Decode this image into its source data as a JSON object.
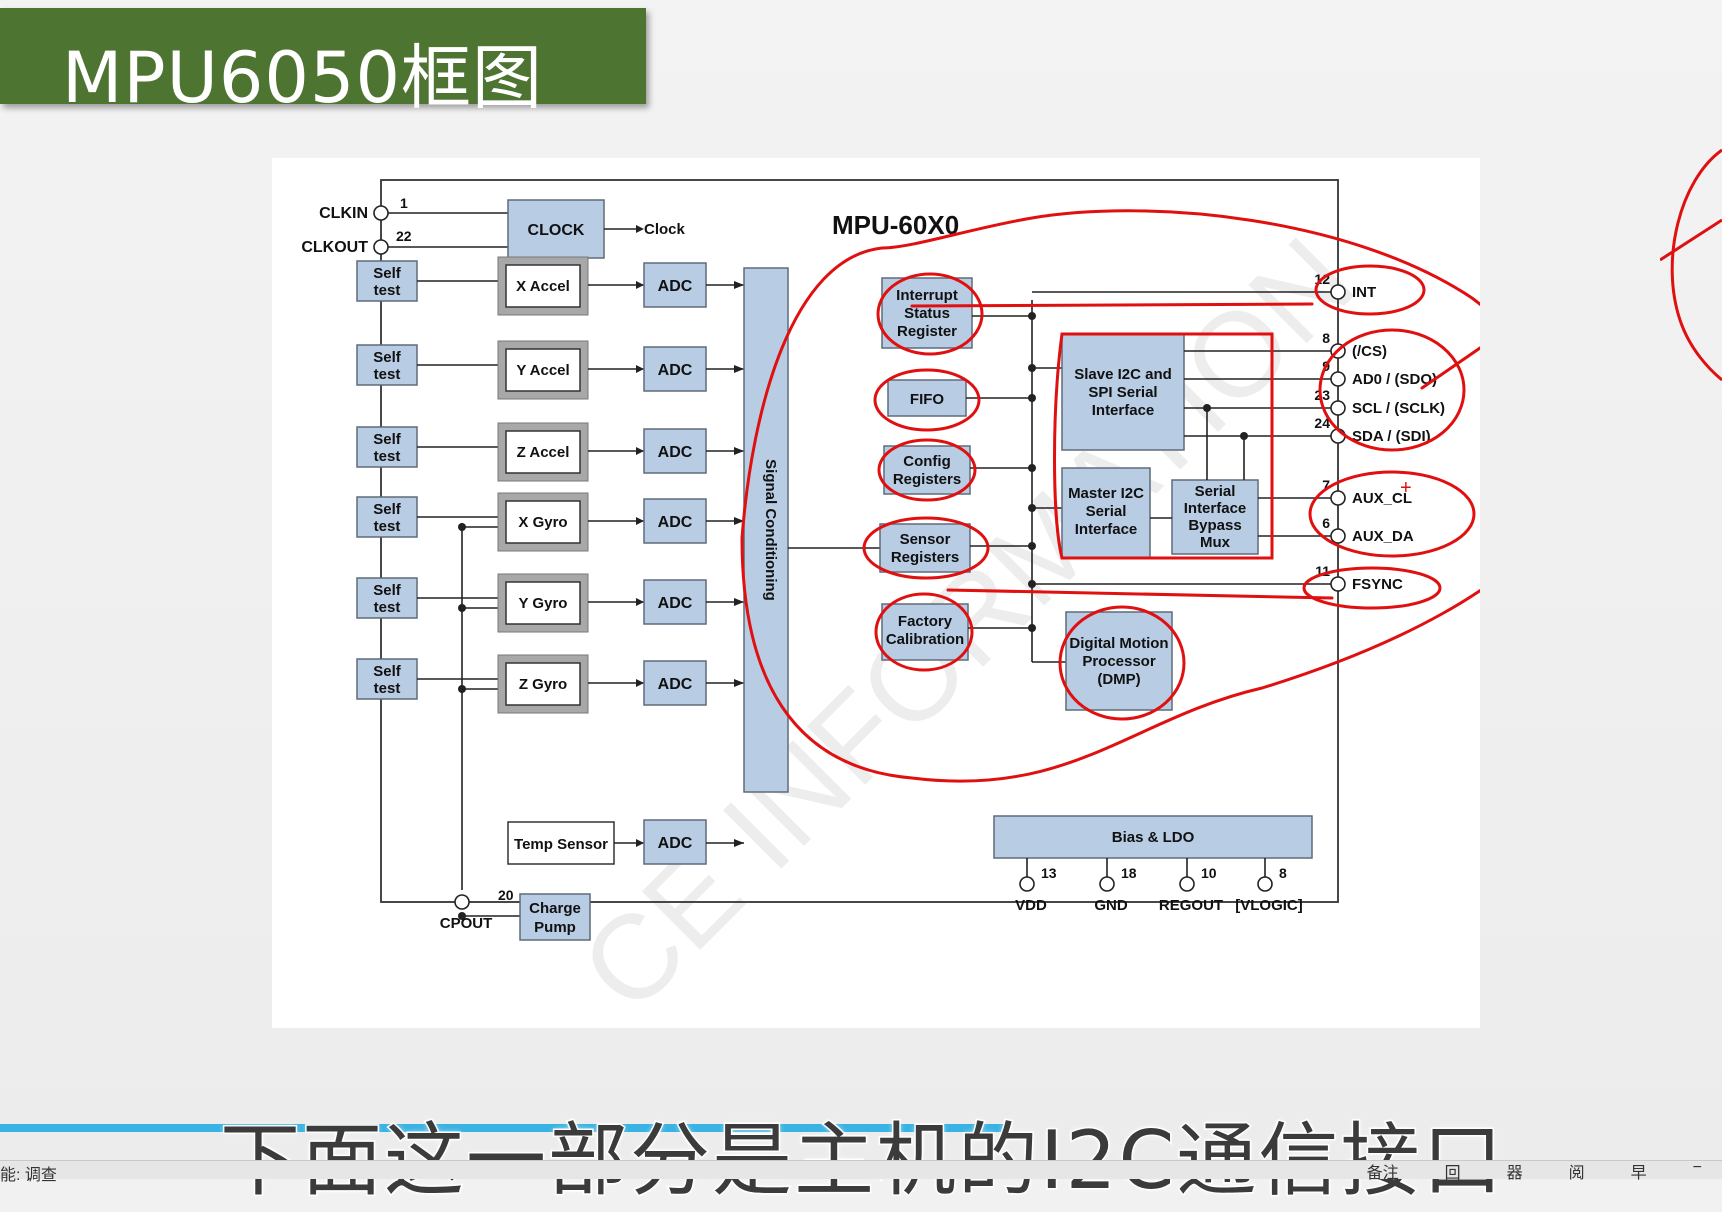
{
  "slide": {
    "title": "MPU6050框图"
  },
  "diagram": {
    "chip_name": "MPU-60X0",
    "clock": {
      "block": "CLOCK",
      "output": "Clock"
    },
    "clock_pins": [
      {
        "name": "CLKIN",
        "num": "1"
      },
      {
        "name": "CLKOUT",
        "num": "22"
      }
    ],
    "self_test": "Self test",
    "self_test_l1": "Self",
    "self_test_l2": "test",
    "sensors": [
      "X Accel",
      "Y Accel",
      "Z Accel",
      "X Gyro",
      "Y Gyro",
      "Z Gyro"
    ],
    "temp_sensor": "Temp Sensor",
    "adc": "ADC",
    "signal_conditioning": "Signal Conditioning",
    "charge_pump_l1": "Charge",
    "charge_pump_l2": "Pump",
    "registers": {
      "interrupt": [
        "Interrupt",
        "Status",
        "Register"
      ],
      "fifo": "FIFO",
      "config": [
        "Config",
        "Registers"
      ],
      "sensor": [
        "Sensor",
        "Registers"
      ],
      "factory": [
        "Factory",
        "Calibration"
      ]
    },
    "slave_i2c": [
      "Slave I2C and",
      "SPI Serial",
      "Interface"
    ],
    "master_i2c": [
      "Master I2C",
      "Serial",
      "Interface"
    ],
    "bypass_mux": [
      "Serial",
      "Interface",
      "Bypass",
      "Mux"
    ],
    "dmp": [
      "Digital Motion",
      "Processor",
      "(DMP)"
    ],
    "right_pins": [
      {
        "num": "12",
        "name": "INT"
      },
      {
        "num": "8",
        "name": "(/CS)"
      },
      {
        "num": "9",
        "name": "AD0 / (SDO)"
      },
      {
        "num": "23",
        "name": "SCL / (SCLK)"
      },
      {
        "num": "24",
        "name": "SDA / (SDI)"
      },
      {
        "num": "7",
        "name": "AUX_CL"
      },
      {
        "num": "6",
        "name": "AUX_DA"
      },
      {
        "num": "11",
        "name": "FSYNC"
      }
    ],
    "bias_ldo": "Bias & LDO",
    "bottom_pins": [
      {
        "num": "20",
        "name": "CPOUT"
      },
      {
        "num": "13",
        "name": "VDD"
      },
      {
        "num": "18",
        "name": "GND"
      },
      {
        "num": "10",
        "name": "REGOUT"
      },
      {
        "num": "8",
        "name": "[VLOGIC]"
      }
    ],
    "watermark": "CE INFORMATION",
    "plus_mark": "+"
  },
  "subtitle": "下面这一部分是主机的I2C通信接口",
  "status": {
    "left": "能: 调查",
    "right": [
      "备注",
      "回",
      "器",
      "阅",
      "早",
      "−"
    ]
  },
  "colors": {
    "title_bg": "#4e7431",
    "block": "#b8cce4",
    "annotation": "#e01010",
    "subtitle_line": "#39b3e3"
  }
}
